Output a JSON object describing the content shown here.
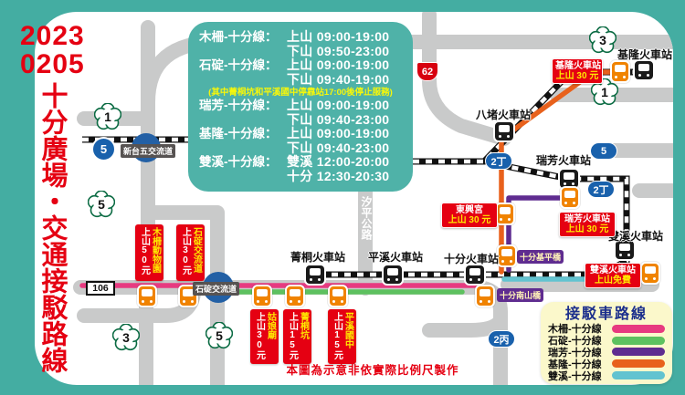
{
  "header": {
    "year": "2023",
    "date": "0205",
    "vertical_title": "十分廣場・交通接駁路線"
  },
  "schedule": {
    "routes": [
      {
        "name": "木柵-十分線：",
        "up": "上山 09:00-19:00",
        "down": "下山 09:50-23:00"
      },
      {
        "name": "石碇-十分線：",
        "up": "上山 09:00-19:00",
        "down": "下山 09:40-19:00"
      },
      {
        "name": "瑞芳-十分線：",
        "up": "上山 09:00-19:00",
        "down": "下山 09:40-23:00"
      },
      {
        "name": "基隆-十分線：",
        "up": "上山 09:00-19:00",
        "down": "下山 09:40-23:00"
      },
      {
        "name": "雙溪-十分線：",
        "up": "雙溪 12:00-20:00",
        "down": "十分 12:30-20:30"
      }
    ],
    "note": "(其中菁桐坑和平溪國中停靠站17:00後停止服務)"
  },
  "stations": {
    "keelung": "基隆火車站",
    "badu": "八堵火車站",
    "ruifang": "瑞芳火車站",
    "shuangxi": "雙溪火車站",
    "jingtong": "菁桐火車站",
    "pingxi": "平溪火車站",
    "shifen": "十分火車站"
  },
  "fare_boxes": {
    "keelung": {
      "line1": "基隆火車站",
      "line2": "上山 30 元"
    },
    "dongxinggong": {
      "line1": "東興宮",
      "line2": "上山 30 元"
    },
    "ruifang": {
      "line1": "瑞芳火車站",
      "line2": "上山 30 元"
    },
    "shuangxi": {
      "line1": "雙溪火車站",
      "line2": "上山免費"
    },
    "muzha_zoo": {
      "place": "木柵動物園",
      "fare": "上山50元"
    },
    "shiding_ic": {
      "place": "石碇交流道",
      "fare": "上山30元"
    },
    "guniangmiao": {
      "place": "姑娘廟",
      "fare": "上山30元"
    },
    "jingtongkeng": {
      "place": "菁桐坑",
      "fare": "上山15元"
    },
    "pingxi_junior_high": {
      "place": "平溪國中",
      "fare": "上山15元"
    }
  },
  "road_markers": {
    "national_1": "1",
    "national_3": "3",
    "national_5": "5",
    "provincial_5": "5",
    "provincial_2d": "2丁",
    "provincial_2b": "2丙",
    "expressway_62": "62",
    "county_106": "106"
  },
  "map_labels": {
    "xintaiwu_interchange": "新台五交流道",
    "shiding_interchange": "石碇交流道",
    "xiping_highway": "汐平公路",
    "jiping_bridge": "十分基平橋",
    "nanshan_bridge": "十分南山橋",
    "disclaimer": "本圖為示意非依實際比例尺製作"
  },
  "legend": {
    "title": "接駁車路線",
    "items": [
      {
        "label": "木柵-十分線",
        "color": "#E73A80"
      },
      {
        "label": "石碇-十分線",
        "color": "#5DC15F"
      },
      {
        "label": "瑞芳-十分線",
        "color": "#5F2C90"
      },
      {
        "label": "基隆-十分線",
        "color": "#E8611C"
      },
      {
        "label": "雙溪-十分線",
        "color": "#62C3D0"
      }
    ]
  },
  "colors": {
    "background_teal": "#44ADA2",
    "schedule_box_teal": "#4FB2A8",
    "title_red": "#E50012",
    "fare_box_red": "#E50012",
    "fare_yellow": "#FFE800",
    "road_gray": "#C9CACA",
    "marker_blue": "#1961AC",
    "expressway_red": "#D7000F",
    "bus_orange": "#F08300",
    "legend_bg": "#FBF8CB",
    "legend_title_navy": "#1C2F8C"
  }
}
